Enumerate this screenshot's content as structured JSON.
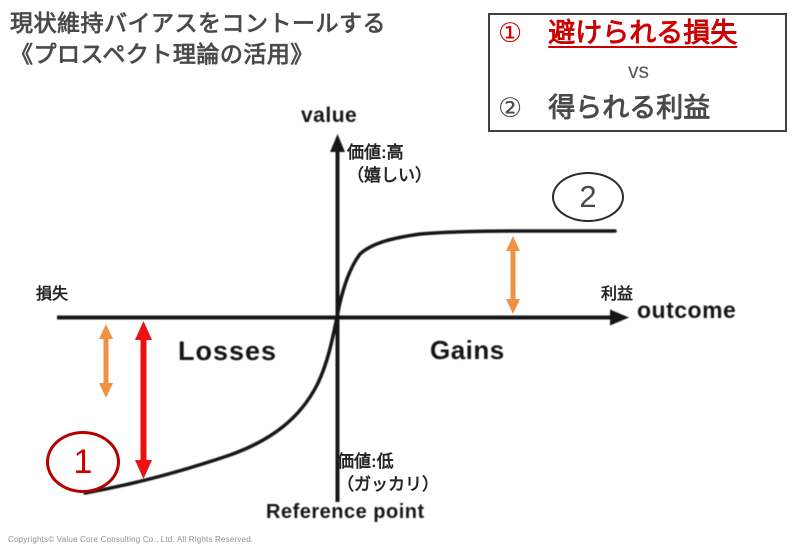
{
  "slide": {
    "title_line1": "現状維持バイアスをコントールする",
    "title_line2": "《プロスペクト理論の活用》"
  },
  "comparison_box": {
    "item1_number": "①",
    "item1_label": "避けられる損失",
    "versus": "vs",
    "item2_number": "②",
    "item2_label": "得られる利益"
  },
  "chart": {
    "type": "line",
    "description": "Prospect theory S-shaped value function: steep in losses, flattening in gains, through the reference point",
    "value_axis_label": "value",
    "outcome_axis_label": "outcome",
    "losses_region_label": "Losses",
    "gains_region_label": "Gains",
    "reference_point_label": "Reference point",
    "value_high_note": "価値:高\n（嬉しい）",
    "value_low_note": "価値:低\n（ガッカリ）",
    "loss_side_label": "損失",
    "gain_side_label": "利益",
    "marker_1": "1",
    "marker_2": "2"
  },
  "colors": {
    "title_text": "#4a4a4a",
    "highlight_red": "#cc0000",
    "circle1_red": "#b40000",
    "red_arrow": "#ee1111",
    "orange_arrow": "#ee9344",
    "ink": "#161616"
  },
  "footer": {
    "copyright": "Copyrights© Value Core Consulting Co., Ltd.  All Rights Reserved."
  }
}
